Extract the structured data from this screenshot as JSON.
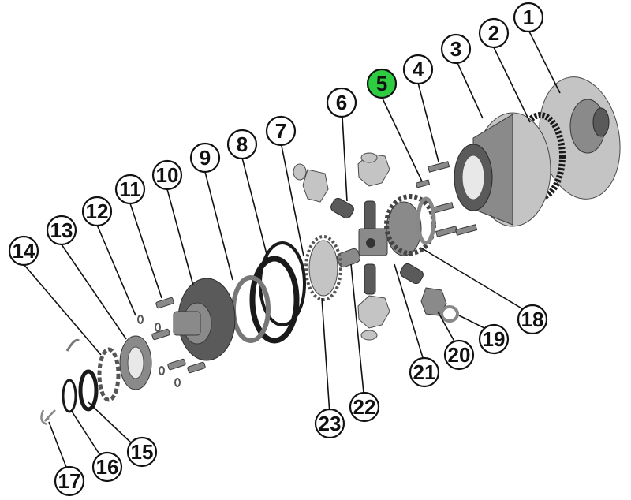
{
  "highlight_color": "#2ecc40",
  "callouts": [
    {
      "id": "1",
      "label": "1",
      "highlighted": false
    },
    {
      "id": "2",
      "label": "2",
      "highlighted": false
    },
    {
      "id": "3",
      "label": "3",
      "highlighted": false
    },
    {
      "id": "4",
      "label": "4",
      "highlighted": false
    },
    {
      "id": "5",
      "label": "5",
      "highlighted": true
    },
    {
      "id": "6",
      "label": "6",
      "highlighted": false
    },
    {
      "id": "7",
      "label": "7",
      "highlighted": false
    },
    {
      "id": "8",
      "label": "8",
      "highlighted": false
    },
    {
      "id": "9",
      "label": "9",
      "highlighted": false
    },
    {
      "id": "10",
      "label": "10",
      "highlighted": false
    },
    {
      "id": "11",
      "label": "11",
      "highlighted": false
    },
    {
      "id": "12",
      "label": "12",
      "highlighted": false
    },
    {
      "id": "13",
      "label": "13",
      "highlighted": false
    },
    {
      "id": "14",
      "label": "14",
      "highlighted": false
    },
    {
      "id": "15",
      "label": "15",
      "highlighted": false
    },
    {
      "id": "16",
      "label": "16",
      "highlighted": false
    },
    {
      "id": "17",
      "label": "17",
      "highlighted": false
    },
    {
      "id": "18",
      "label": "18",
      "highlighted": false
    },
    {
      "id": "19",
      "label": "19",
      "highlighted": false
    },
    {
      "id": "20",
      "label": "20",
      "highlighted": false
    },
    {
      "id": "21",
      "label": "21",
      "highlighted": false
    },
    {
      "id": "22",
      "label": "22",
      "highlighted": false
    },
    {
      "id": "23",
      "label": "23",
      "highlighted": false
    }
  ]
}
